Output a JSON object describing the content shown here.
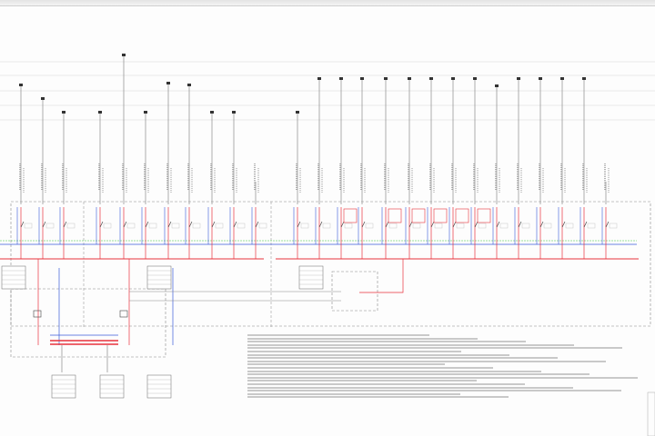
{
  "drawing": {
    "type": "electrical single-line diagram",
    "colors": {
      "phase_bus": "#e8323c",
      "neutral_bus": "#3a5ad8",
      "earth_bus": "#3cc03c",
      "frame": "#888888",
      "feeder_line": "#8a8a8a"
    },
    "feeder_count": 26,
    "note_line_count": 20
  }
}
